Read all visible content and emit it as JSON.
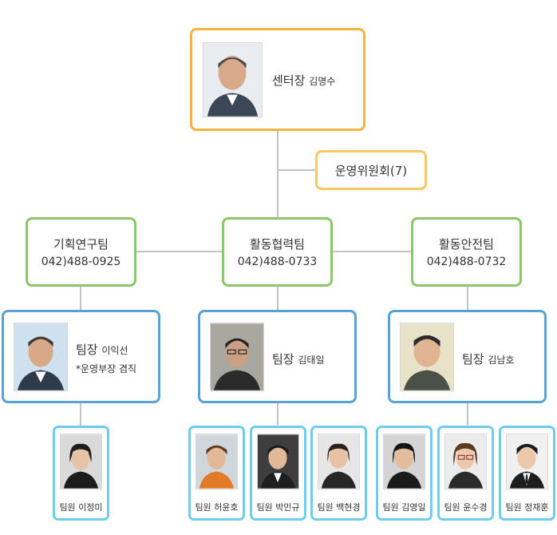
{
  "director": {
    "title": "센터장",
    "name": "김명수"
  },
  "committee": {
    "label": "운영위원회(7)"
  },
  "teams": [
    {
      "name": "기획연구팀",
      "tel": "042)488-0925",
      "leader": {
        "title": "팀장",
        "name": "이익선",
        "note": "*운영부장 겸직"
      },
      "members": [
        {
          "title": "팀원",
          "name": "이정미"
        }
      ]
    },
    {
      "name": "활동협력팀",
      "tel": "042)488-0733",
      "leader": {
        "title": "팀장",
        "name": "김태일"
      },
      "members": [
        {
          "title": "팀원",
          "name": "허윤호"
        },
        {
          "title": "팀원",
          "name": "박민규"
        },
        {
          "title": "팀원",
          "name": "백현경"
        }
      ]
    },
    {
      "name": "활동안전팀",
      "tel": "042)488-0732",
      "leader": {
        "title": "팀장",
        "name": "김남호"
      },
      "members": [
        {
          "title": "팀원",
          "name": "김영일"
        },
        {
          "title": "팀원",
          "name": "윤수경"
        },
        {
          "title": "팀원",
          "name": "정재훈"
        }
      ]
    }
  ],
  "colors": {
    "director_border": "#f5b440",
    "committee_border": "#f6ca60",
    "team_border": "#8ac867",
    "leader_border": "#5aa2d4",
    "member_border": "#6fcde9",
    "connector": "#c4c4c4"
  }
}
